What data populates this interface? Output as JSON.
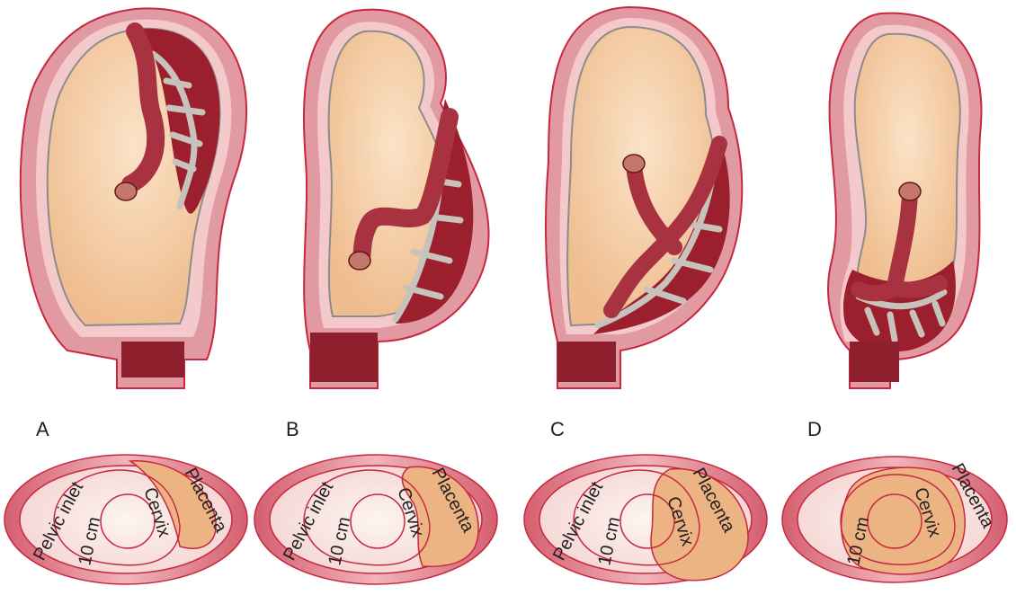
{
  "figure": {
    "panels": [
      {
        "letter": "A",
        "inlet_label": "Pelvic inlet",
        "diameter_label": "10 cm",
        "cervix_label": "Cervix",
        "placenta_label": "Placenta"
      },
      {
        "letter": "B",
        "inlet_label": "Pelvic inlet",
        "diameter_label": "10 cm",
        "cervix_label": "Cervix",
        "placenta_label": "Placenta"
      },
      {
        "letter": "C",
        "inlet_label": "Pelvic inlet",
        "diameter_label": "10 cm",
        "cervix_label": "Cervix",
        "placenta_label": "Placenta"
      },
      {
        "letter": "D",
        "diameter_label": "10 cm",
        "cervix_label": "Cervix",
        "placenta_label": "Placenta"
      }
    ]
  },
  "colors": {
    "uterine_wall": "#d86a78",
    "uterine_wall_inner": "#f2c4c6",
    "amniotic_sac": "#f2c49a",
    "placenta_tissue": "#9c1f2e",
    "placenta_villi": "#c8c2bc",
    "placenta_overlay": "#edb483",
    "outline": "#c8283f"
  }
}
